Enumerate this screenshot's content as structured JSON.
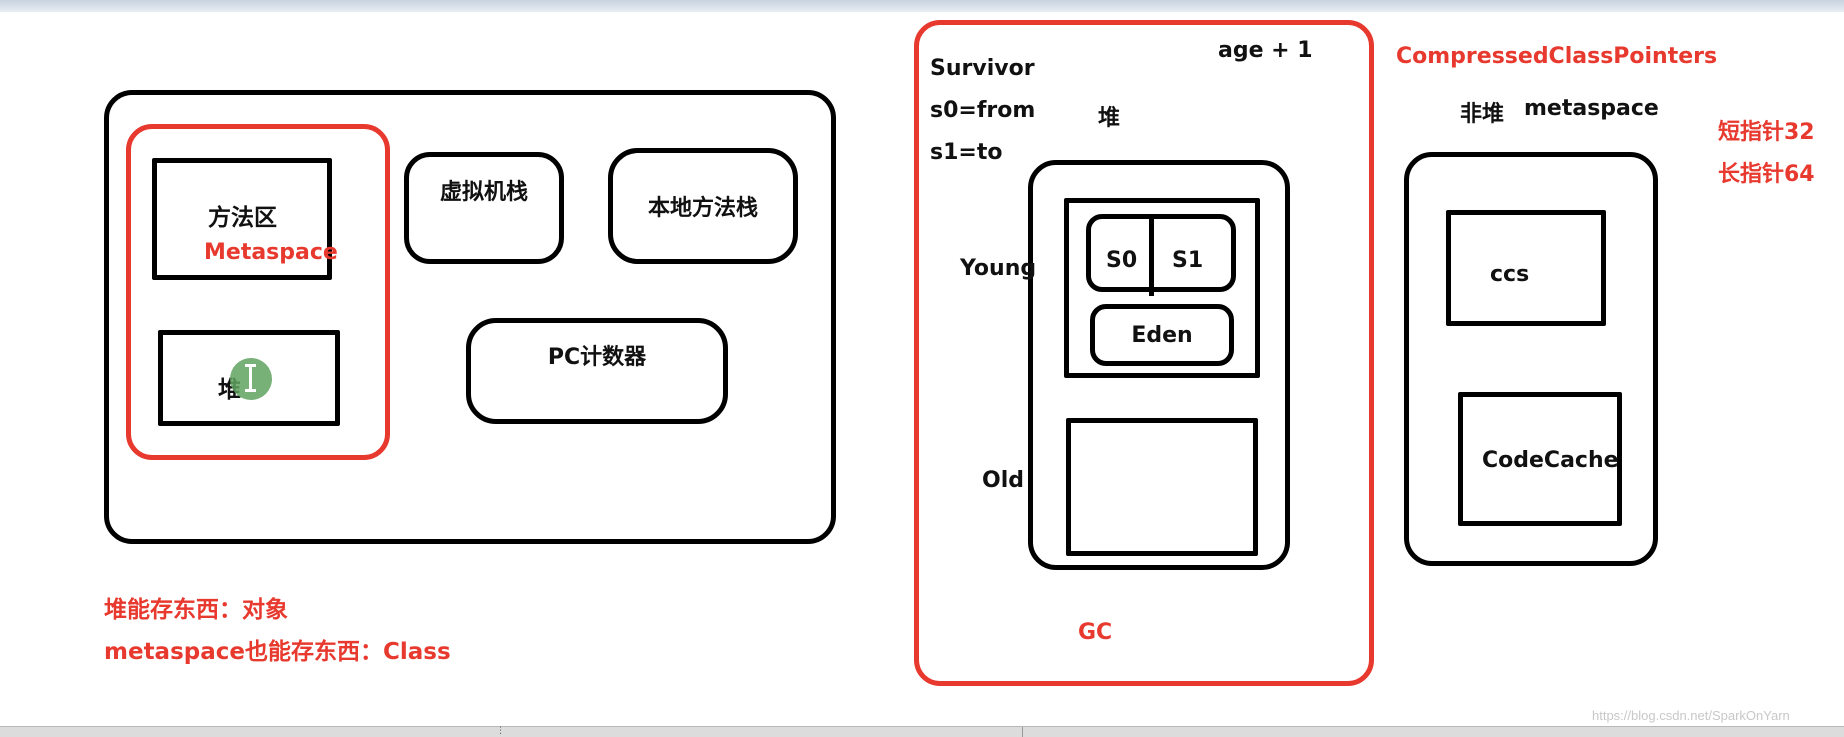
{
  "left_diagram": {
    "method_area": "方法区",
    "metaspace": "Metaspace",
    "heap": "堆",
    "vm_stack": "虚拟机栈",
    "native_stack": "本地方法栈",
    "pc_counter": "PC计数器"
  },
  "notes": {
    "line1": "堆能存东西：对象",
    "line2": "metaspace也能存东西：Class"
  },
  "heap_panel": {
    "survivor": "Survivor",
    "s0_from": "s0=from",
    "s1_to": "s1=to",
    "heap": "堆",
    "age": "age + 1",
    "young": "Young",
    "s0": "S0",
    "s1": "S1",
    "eden": "Eden",
    "old": "Old",
    "gc": "GC"
  },
  "nonheap_panel": {
    "compressed": "CompressedClassPointers",
    "nonheap": "非堆",
    "metaspace": "metaspace",
    "short_ptr": "短指针32",
    "long_ptr": "长指针64",
    "ccs": "ccs",
    "codecache": "CodeCache"
  },
  "watermark": "https://blog.csdn.net/SparkOnYarn",
  "colors": {
    "accent_red": "#e8392e",
    "stroke": "#000000"
  }
}
